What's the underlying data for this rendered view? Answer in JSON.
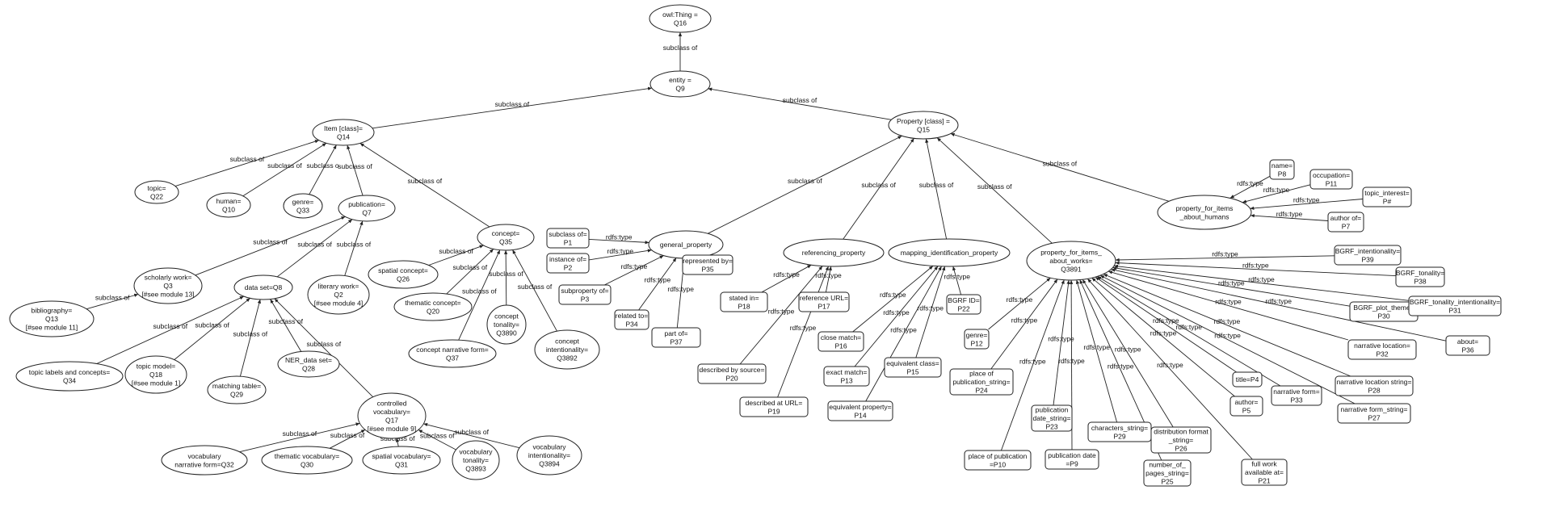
{
  "nodes": {
    "thing": {
      "lines": [
        "owl:Thing =",
        "Q16"
      ]
    },
    "entity": {
      "lines": [
        "entity =",
        "Q9"
      ]
    },
    "item": {
      "lines": [
        "Item [class]=",
        "Q14"
      ]
    },
    "property": {
      "lines": [
        "Property [class] =",
        "Q15"
      ]
    },
    "topic": {
      "lines": [
        "topic=",
        "Q22"
      ]
    },
    "human": {
      "lines": [
        "human=",
        "Q10"
      ]
    },
    "genre": {
      "lines": [
        "genre=",
        "Q33"
      ]
    },
    "publication": {
      "lines": [
        "publication=",
        "Q7"
      ]
    },
    "concept": {
      "lines": [
        "concept=",
        "Q35"
      ]
    },
    "scholarly": {
      "lines": [
        "scholarly work=",
        "Q3",
        "[#see module 13]"
      ]
    },
    "bibliography": {
      "lines": [
        "bibliography=",
        "Q13",
        "[#see module 11]"
      ]
    },
    "dataset": {
      "lines": [
        "data set=Q8"
      ]
    },
    "literary": {
      "lines": [
        "literary work=",
        "Q2",
        "[#see module 4]"
      ]
    },
    "topiclabels": {
      "lines": [
        "topic labels and concepts=",
        "Q34"
      ]
    },
    "topicmodel": {
      "lines": [
        "topic model=",
        "Q18",
        "[#see module 1]"
      ]
    },
    "matching": {
      "lines": [
        "matching table=",
        "Q29"
      ]
    },
    "ner": {
      "lines": [
        "NER_data set=",
        "Q28"
      ]
    },
    "controlled": {
      "lines": [
        "controlled",
        "vocabulary=",
        "Q17",
        "[#see module 9]"
      ]
    },
    "vocnarr": {
      "lines": [
        "vocabulary",
        "narrative form=Q32"
      ]
    },
    "thematicvoc": {
      "lines": [
        "thematic vocabulary=",
        "Q30"
      ]
    },
    "spatialvoc": {
      "lines": [
        "spatial vocabulary=",
        "Q31"
      ]
    },
    "voctonality": {
      "lines": [
        "vocabulary",
        "tonality=",
        "Q3893"
      ]
    },
    "vocintent": {
      "lines": [
        "vocabulary",
        "intentionality=",
        "Q3894"
      ]
    },
    "spatialconcept": {
      "lines": [
        "spatial concept=",
        "Q26"
      ]
    },
    "thematicconcept": {
      "lines": [
        "thematic concept=",
        "Q20"
      ]
    },
    "conceptnarr": {
      "lines": [
        "concept narrative form=",
        "Q37"
      ]
    },
    "concepttonality": {
      "lines": [
        "concept",
        "tonality=",
        "Q3890"
      ]
    },
    "conceptintent": {
      "lines": [
        "concept",
        "intentionality=",
        "Q3892"
      ]
    },
    "general": {
      "lines": [
        "general_property"
      ]
    },
    "subclassof": {
      "lines": [
        "subclass of=",
        "P1"
      ]
    },
    "instanceof": {
      "lines": [
        "instance of=",
        "P2"
      ]
    },
    "subpropertyof": {
      "lines": [
        "subproperty of=",
        "P3"
      ]
    },
    "representedby": {
      "lines": [
        "represented by=",
        "P35"
      ]
    },
    "relatedto": {
      "lines": [
        "related to=",
        "P34"
      ]
    },
    "partof": {
      "lines": [
        "part of=",
        "P37"
      ]
    },
    "referencing": {
      "lines": [
        "referencing_property"
      ]
    },
    "statedin": {
      "lines": [
        "stated in=",
        "P18"
      ]
    },
    "referenceurl": {
      "lines": [
        "reference URL=",
        "P17"
      ]
    },
    "describedbysource": {
      "lines": [
        "described by source=",
        "P20"
      ]
    },
    "describedaturl": {
      "lines": [
        "described at URL=",
        "P19"
      ]
    },
    "mapping": {
      "lines": [
        "mapping_identification_property"
      ]
    },
    "bgrfid": {
      "lines": [
        "BGRF ID=",
        "P22"
      ]
    },
    "closematch": {
      "lines": [
        "close match=",
        "P16"
      ]
    },
    "exactmatch": {
      "lines": [
        "exact match=",
        "P13"
      ]
    },
    "equivclass": {
      "lines": [
        "equivalent class=",
        "P15"
      ]
    },
    "equivprop": {
      "lines": [
        "equivalent property=",
        "P14"
      ]
    },
    "humansprop": {
      "lines": [
        "property_for_items",
        "_about_humans"
      ]
    },
    "name": {
      "lines": [
        "name=",
        "P8"
      ]
    },
    "occupation": {
      "lines": [
        "occupation=",
        "P11"
      ]
    },
    "topicinterest": {
      "lines": [
        "topic_interest=",
        "P#"
      ]
    },
    "authorof": {
      "lines": [
        "author of=",
        "P7"
      ]
    },
    "worksprop": {
      "lines": [
        "property_for_items_",
        "about_works=",
        "Q3891"
      ]
    },
    "genrep": {
      "lines": [
        "genre=",
        "P12"
      ]
    },
    "placepubstring": {
      "lines": [
        "place of",
        "publication_string=",
        "P24"
      ]
    },
    "placepub": {
      "lines": [
        "place of publication",
        "=P10"
      ]
    },
    "pubdatestring": {
      "lines": [
        "publication",
        "date_string=",
        "P23"
      ]
    },
    "pubdate": {
      "lines": [
        "publication date",
        "=P9"
      ]
    },
    "charstring": {
      "lines": [
        "characters_string=",
        "P29"
      ]
    },
    "pagesstring": {
      "lines": [
        "number_of_",
        "pages_string=",
        "P25"
      ]
    },
    "distformat": {
      "lines": [
        "distribution format",
        "_string=",
        "P26"
      ]
    },
    "fullwork": {
      "lines": [
        "full work",
        "available at=",
        "P21"
      ]
    },
    "title": {
      "lines": [
        "title=P4"
      ]
    },
    "author": {
      "lines": [
        "author=",
        "P5"
      ]
    },
    "narrform": {
      "lines": [
        "narrative form=",
        "P33"
      ]
    },
    "narrformstring": {
      "lines": [
        "narrative form_string=",
        "P27"
      ]
    },
    "narrlocstring": {
      "lines": [
        "narrative location string=",
        "P28"
      ]
    },
    "narrloc": {
      "lines": [
        "narrative location=",
        "P32"
      ]
    },
    "about": {
      "lines": [
        "about=",
        "P36"
      ]
    },
    "plottheme": {
      "lines": [
        "BGRF_plot_theme=",
        "P30"
      ]
    },
    "tonalityintent": {
      "lines": [
        "BGRF_tonality_intentionality=",
        "P31"
      ]
    },
    "tonality": {
      "lines": [
        "BGRF_tonality=",
        "P38"
      ]
    },
    "intentionality": {
      "lines": [
        "BGRF_intentionality=",
        "P39"
      ]
    }
  },
  "edge_labels": {
    "subclass_of": "subclass of",
    "rdfs_type": "rdfs:type",
    "subclass_o": "subclass o"
  }
}
